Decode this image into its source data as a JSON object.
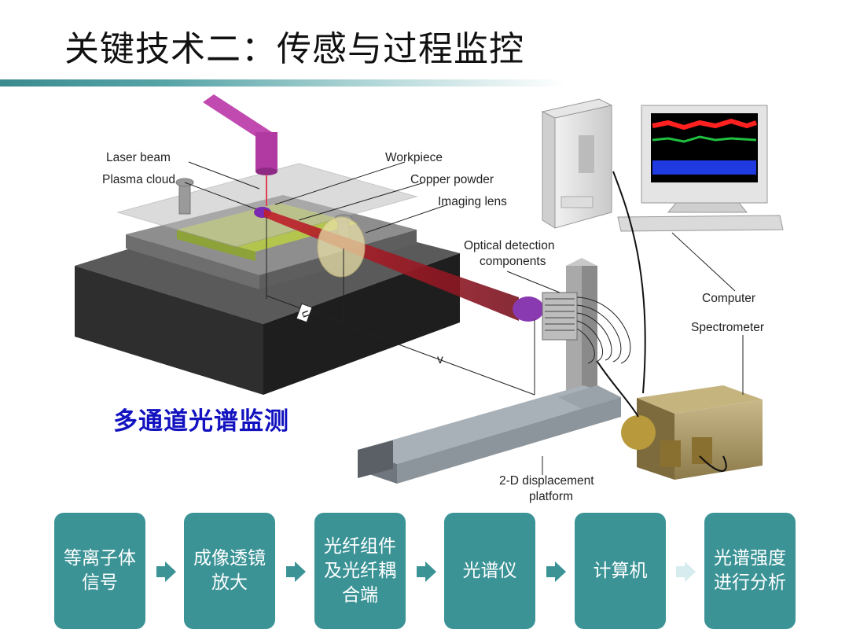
{
  "title": "关键技术二：传感与过程监控",
  "subtitle": "多通道光谱监测",
  "labels": {
    "laser_beam": "Laser beam",
    "plasma_cloud": "Plasma cloud",
    "workpiece": "Workpiece",
    "copper_powder": "Copper powder",
    "imaging_lens": "Imaging lens",
    "optical_detection_1": "Optical detection",
    "optical_detection_2": "components",
    "computer": "Computer",
    "spectrometer": "Spectrometer",
    "displacement_1": "2-D displacement",
    "displacement_2": "platform",
    "dim_u": "u",
    "dim_v": "v"
  },
  "flow": [
    {
      "text": "等离子体信号"
    },
    {
      "text": "成像透镜放大"
    },
    {
      "text": "光纤组件及光纤耦合端"
    },
    {
      "text": "光谱仪"
    },
    {
      "text": "计算机"
    },
    {
      "text": "光谱强度进行分析"
    }
  ],
  "colors": {
    "box": "#3b9396",
    "arrow": "#3b9396",
    "arrow_last": "#d6ecee",
    "subtitle": "#1212c0"
  }
}
